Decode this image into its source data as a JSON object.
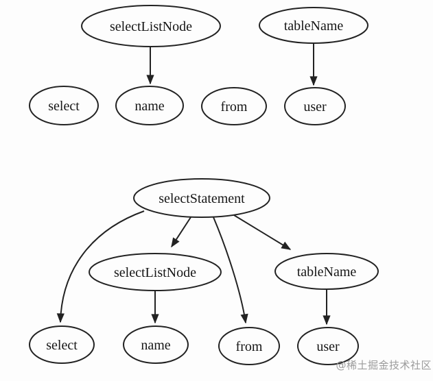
{
  "page": {
    "background_color": "#fdfdfd",
    "stroke_color": "#222222",
    "label_color": "#161616",
    "watermark_color": "#9b9b9b"
  },
  "diagram_top": {
    "description": "two disconnected AST fragments over token row",
    "nodes": {
      "selectListNode": {
        "label": "selectListNode"
      },
      "tableName": {
        "label": "tableName"
      },
      "select": {
        "label": "select"
      },
      "name": {
        "label": "name"
      },
      "from": {
        "label": "from"
      },
      "user": {
        "label": "user"
      }
    },
    "edges": [
      {
        "from": "selectListNode",
        "to": "name"
      },
      {
        "from": "tableName",
        "to": "user"
      }
    ]
  },
  "diagram_bottom": {
    "description": "full parse tree rooted at selectStatement",
    "nodes": {
      "selectStatement": {
        "label": "selectStatement"
      },
      "selectListNode": {
        "label": "selectListNode"
      },
      "tableName": {
        "label": "tableName"
      },
      "select": {
        "label": "select"
      },
      "name": {
        "label": "name"
      },
      "from": {
        "label": "from"
      },
      "user": {
        "label": "user"
      }
    },
    "edges": [
      {
        "from": "selectStatement",
        "to": "select"
      },
      {
        "from": "selectStatement",
        "to": "selectListNode"
      },
      {
        "from": "selectStatement",
        "to": "from"
      },
      {
        "from": "selectStatement",
        "to": "tableName"
      },
      {
        "from": "selectListNode",
        "to": "name"
      },
      {
        "from": "tableName",
        "to": "user"
      }
    ]
  },
  "watermark": {
    "text": "@稀土掘金技术社区"
  }
}
